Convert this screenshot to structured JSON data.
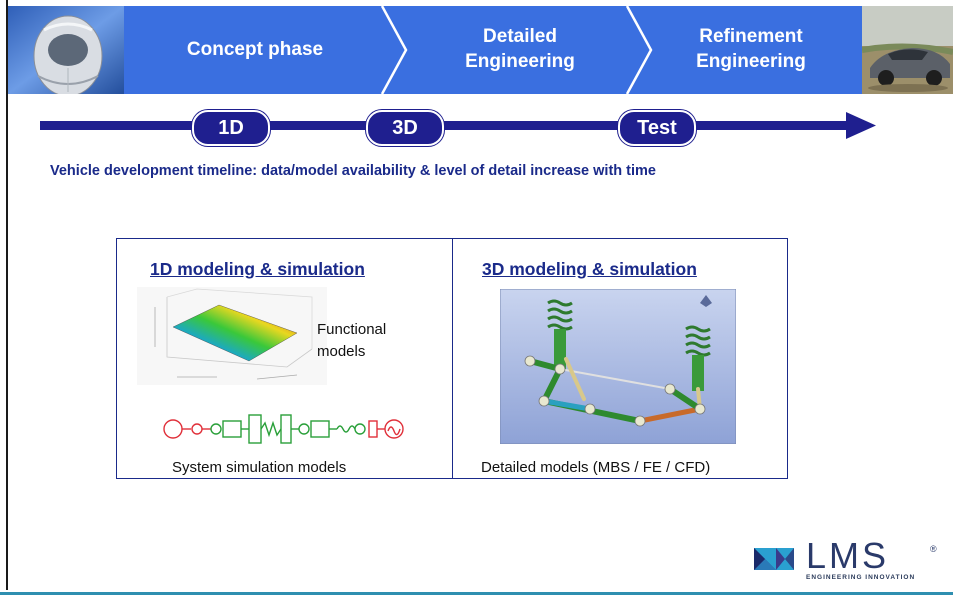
{
  "phases": {
    "concept": "Concept phase",
    "detailed_line1": "Detailed",
    "detailed_line2": "Engineering",
    "refinement_line1": "Refinement",
    "refinement_line2": "Engineering"
  },
  "milestones": [
    "1D",
    "3D",
    "Test"
  ],
  "caption": "Vehicle development timeline: data/model availability & level of detail increase with time",
  "panel_1d": {
    "title": "1D modeling & simulation",
    "functional_line1": "Functional",
    "functional_line2": "models",
    "system_label": "System simulation models"
  },
  "panel_3d": {
    "title": "3D modeling & simulation",
    "detailed_label": "Detailed models (MBS / FE / CFD)"
  },
  "logo": {
    "letters": "LMS",
    "tagline": "ENGINEERING INNOVATION",
    "trademark": "®"
  },
  "colors": {
    "banner_blue": "#3a6fe0",
    "navy": "#1f1f8f",
    "caption_blue": "#1a2a8a",
    "accent_line": "#2f8fb0"
  },
  "icons": [
    "car-front-icon",
    "car-photo-icon",
    "surface-plot-icon",
    "circuit-diagram-icon",
    "suspension-model-icon",
    "lms-logo-icon"
  ]
}
